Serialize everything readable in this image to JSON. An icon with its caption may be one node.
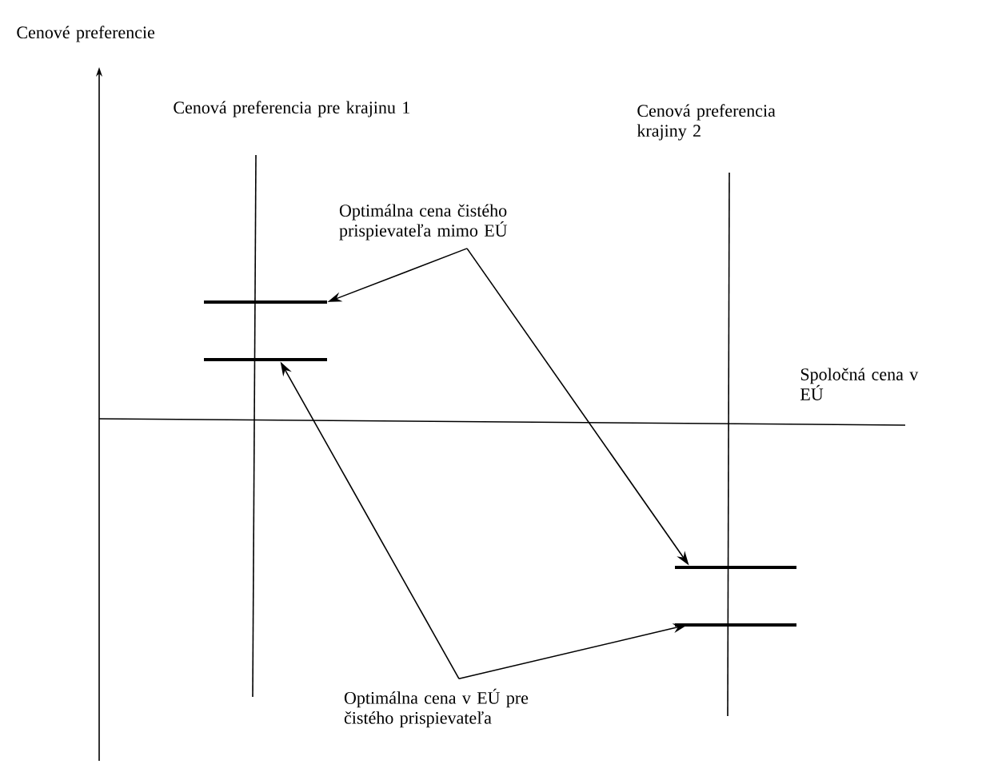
{
  "diagram": {
    "nodes": [
      {
        "text": [
          "Optimálna cena čistého prispievateľa mimo EÚ"
        ]
      },
      {
        "text": [],
        "shape": "bar"
      },
      {
        "text": [],
        "shape": "bar"
      },
      {
        "text": [
          "Optimálna cena v EÚ pre čistého prispievateľa"
        ]
      },
      {
        "text": [],
        "shape": "bar"
      },
      {
        "text": [],
        "shape": "bar"
      }
    ],
    "edges": [
      {
        "from": 0,
        "to": 1,
        "arrow": "to"
      },
      {
        "from": 0,
        "to": 2,
        "arrow": "to"
      },
      {
        "from": 3,
        "to": 4,
        "arrow": "to"
      },
      {
        "from": 3,
        "to": 5,
        "arrow": "to"
      }
    ],
    "labels": [
      "Cenové preferencie",
      "Cenová preferencia pre krajinu 1",
      "Cenová preferencia krajiny 2",
      "Spoločná cena v EÚ"
    ]
  }
}
